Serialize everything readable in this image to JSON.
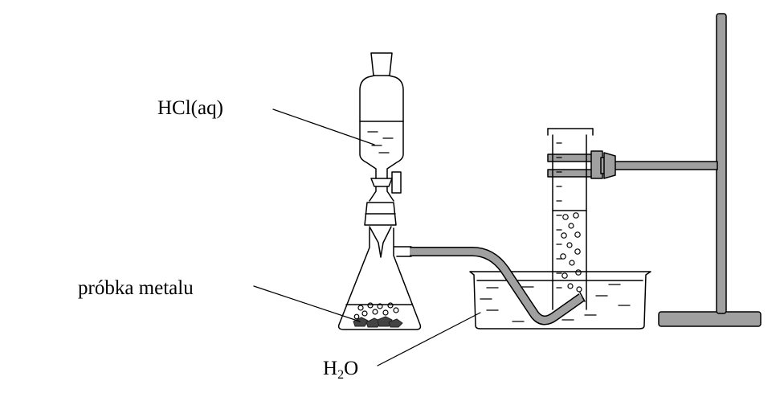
{
  "labels": {
    "acid": "HCl(aq)",
    "sample": "próbka metalu",
    "water_main": "H",
    "water_sub": "2",
    "water_tail": "O"
  },
  "colors": {
    "stroke": "#000000",
    "metal_gray": "#a0a0a0",
    "sample_dark": "#444444",
    "background": "#ffffff"
  }
}
